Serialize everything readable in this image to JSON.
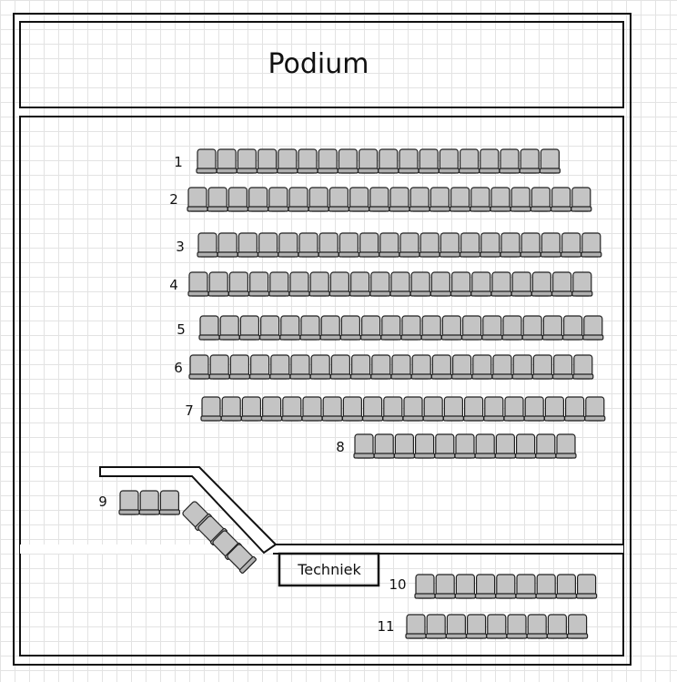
{
  "stage": {
    "label": "Podium"
  },
  "booth": {
    "label": "Techniek"
  },
  "rows": [
    {
      "label": "1",
      "seats": 18
    },
    {
      "label": "2",
      "seats": 20
    },
    {
      "label": "3",
      "seats": 20
    },
    {
      "label": "4",
      "seats": 20
    },
    {
      "label": "5",
      "seats": 20
    },
    {
      "label": "6",
      "seats": 20
    },
    {
      "label": "7",
      "seats": 20
    },
    {
      "label": "8",
      "seats": 11
    },
    {
      "label": "9",
      "seats": 7
    },
    {
      "label": "10",
      "seats": 9
    },
    {
      "label": "11",
      "seats": 9
    }
  ],
  "colors": {
    "seat": "#c4c4c4",
    "line": "#111111",
    "grid": "#e3e3e3"
  }
}
